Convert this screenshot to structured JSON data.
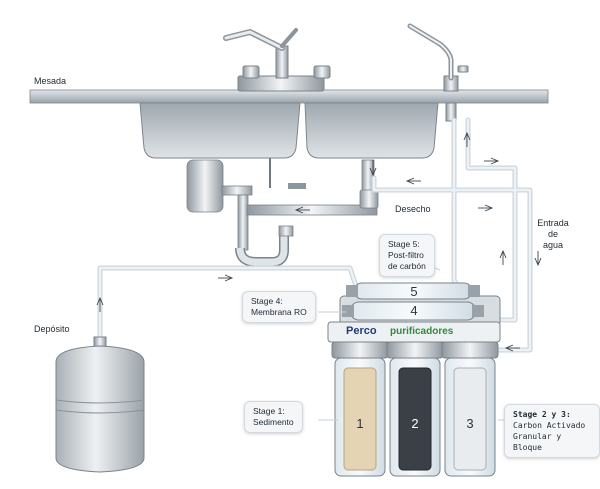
{
  "labels": {
    "mesada": "Mesada",
    "deposito": "Depósito",
    "desecho": "Desecho",
    "entrada": [
      "Entrada",
      "de",
      "agua"
    ]
  },
  "brand": {
    "name": "Perco",
    "sub": "purificadores",
    "accent": "#2f8a3c",
    "navy": "#1f3d70"
  },
  "stages": {
    "s5": {
      "title": "Stage 5:",
      "lines": [
        "Post-filtro",
        "de carbón"
      ],
      "number": "5"
    },
    "s4": {
      "title": "Stage 4:",
      "lines": [
        "Membrana RO"
      ],
      "number": "4"
    },
    "s1": {
      "title": "Stage 1:",
      "lines": [
        "Sedimento"
      ],
      "number": "1"
    },
    "s23": {
      "title": "Stage 2 y 3:",
      "lines": [
        "Carbon Activado",
        "Granular y Bloque"
      ]
    }
  },
  "canisters": [
    "1",
    "2",
    "3"
  ],
  "colors": {
    "pipe": "#c9d3dc",
    "pipe_edge": "#8c99a6",
    "steel": "#aeb6bd",
    "tank": "#d5d9dd"
  }
}
